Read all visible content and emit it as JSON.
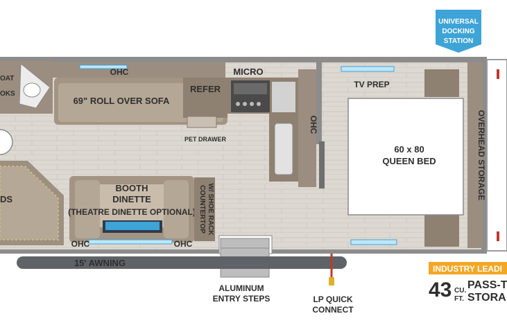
{
  "badge": {
    "line1": "UNIVERSAL",
    "line2": "DOCKING",
    "line3": "STATION",
    "color": "#3ea4d8"
  },
  "labels": {
    "ohc": "OHC",
    "sofa": "69\" ROLL OVER SOFA",
    "micro": "MICRO",
    "refer": "REFER",
    "pet_drawer": "PET DRAWER",
    "tv_prep": "TV PREP",
    "overhead_storage": "OVERHEAD STORAGE",
    "bed_size": "60 x 80",
    "bed_type": "QUEEN BED",
    "booth_line1": "BOOTH",
    "booth_line2": "DINETTE",
    "theatre": "(THEATRE DINETTE OPTIONAL)",
    "countertop_line1": "COUNTERTOP",
    "countertop_line2": "W/ SHOE RACK",
    "awning": "15' AWNING",
    "steps_line1": "ALUMINUM",
    "steps_line2": "ENTRY STEPS",
    "lp_line1": "LP QUICK",
    "lp_line2": "CONNECT",
    "coat_partial": "OAT",
    "hooks_partial": "OKS",
    "bunk_partial": "DS"
  },
  "promo": {
    "banner": "INDUSTRY LEADI",
    "number": "43",
    "cu_line1": "CU.",
    "cu_line2": "FT.",
    "pass_line1": "PASS-TH",
    "pass_line2": "STORA",
    "banner_color": "#f5a623"
  },
  "colors": {
    "wall": "#8c8c8c",
    "floor": "#ddd8d2",
    "cabinet": "#8a7b6c",
    "accent": "#3ea4d8",
    "lp_red": "#c0392b"
  }
}
